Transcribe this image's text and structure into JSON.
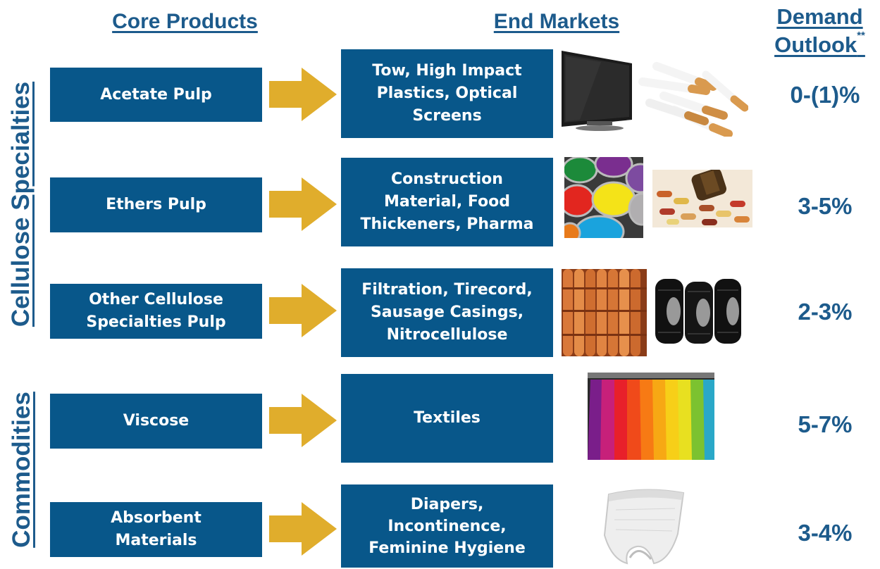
{
  "headers": {
    "core_products": "Core Products",
    "end_markets": "End Markets",
    "demand_line1": "Demand",
    "demand_line2": "Outlook",
    "demand_sup": "**"
  },
  "groups": {
    "cellulose_specialties": "Cellulose Specialties",
    "commodities": "Commodities"
  },
  "rows": [
    {
      "core": "Acetate Pulp",
      "market": [
        "Tow, High Impact",
        "Plastics, Optical",
        "Screens"
      ],
      "outlook": "0-(1)%"
    },
    {
      "core": "Ethers Pulp",
      "market": [
        "Construction",
        "Material, Food",
        "Thickeners, Pharma"
      ],
      "outlook": "3-5%"
    },
    {
      "core": [
        "Other Cellulose",
        "Specialties Pulp"
      ],
      "market": [
        "Filtration, Tirecord,",
        "Sausage Casings,",
        "Nitrocellulose"
      ],
      "outlook": "2-3%"
    },
    {
      "core": "Viscose",
      "market": "Textiles",
      "outlook": "5-7%"
    },
    {
      "core": [
        "Absorbent",
        "Materials"
      ],
      "market": [
        "Diapers,",
        "Incontinence,",
        "Feminine Hygiene"
      ],
      "outlook": "3-4%"
    }
  ],
  "colors": {
    "box": "#08578a",
    "arrow": "#e0ad2c",
    "heading": "#1d5b8c"
  },
  "images": [
    "tv-icon",
    "cigarettes-icon",
    "paint-cans-icon",
    "pills-icon",
    "sausages-icon",
    "tires-icon",
    "clothes-icon",
    "diaper-icon"
  ]
}
